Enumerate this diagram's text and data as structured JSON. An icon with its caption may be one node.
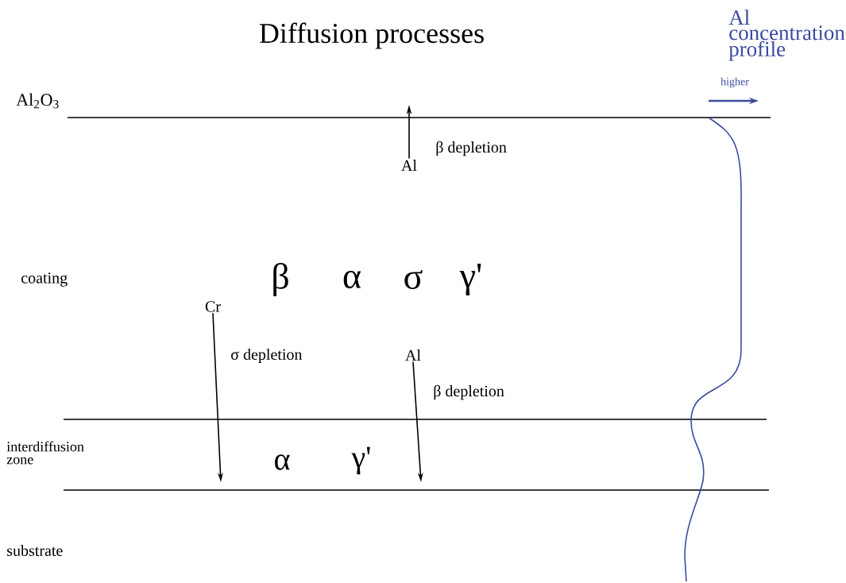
{
  "diagram": {
    "title": "Diffusion processes",
    "nodes": [
      {
        "text": [
          "Al"
        ]
      },
      {
        "text": [
          "Cr"
        ]
      },
      {
        "text": [
          "Al"
        ]
      }
    ],
    "edges": [
      {
        "from": 0,
        "to": null,
        "arrow": "to"
      },
      {
        "from": 1,
        "to": null,
        "arrow": "to"
      },
      {
        "from": 2,
        "to": null,
        "arrow": "to"
      }
    ],
    "labels": [
      "Al concentration profile",
      "higher",
      "Al$_{2}$O$_{3}$",
      "β depletion",
      "β",
      "α",
      "σ",
      "γ'",
      "coating",
      "σ depletion",
      "β depletion",
      "interdiffusion zone",
      "α",
      "γ'",
      "substrate"
    ]
  }
}
